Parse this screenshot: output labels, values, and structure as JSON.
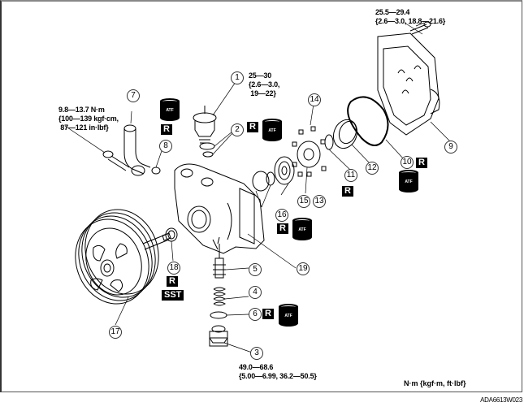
{
  "figure_code": "ADA6613W023",
  "units_label": "N·m {kgf·m, ft·lbf}",
  "torque_specs": {
    "cover_bolt": [
      "25.5—29.4",
      "{2.6—3.0, 18.8—21.6}"
    ],
    "pipe_bolt": [
      "9.8—13.7 N·m",
      "{100—139 kgf·cm,",
      " 87—121 in·lbf}"
    ],
    "fitting_1": [
      "25—30",
      "{2.6—3.0,",
      " 19—22}"
    ],
    "plug_3": [
      "49.0—68.6",
      "{5.00—6.99, 36.2—50.5}"
    ]
  },
  "callouts": [
    "1",
    "2",
    "3",
    "4",
    "5",
    "6",
    "7",
    "8",
    "9",
    "10",
    "11",
    "12",
    "13",
    "14",
    "15",
    "16",
    "17",
    "18",
    "19"
  ],
  "badges": {
    "replace": "R",
    "special_tool": "SST",
    "fluid": "ATF"
  },
  "colors": {
    "line": "#000000",
    "badge_bg": "#000000",
    "badge_fg": "#ffffff",
    "frame": "#555555"
  }
}
